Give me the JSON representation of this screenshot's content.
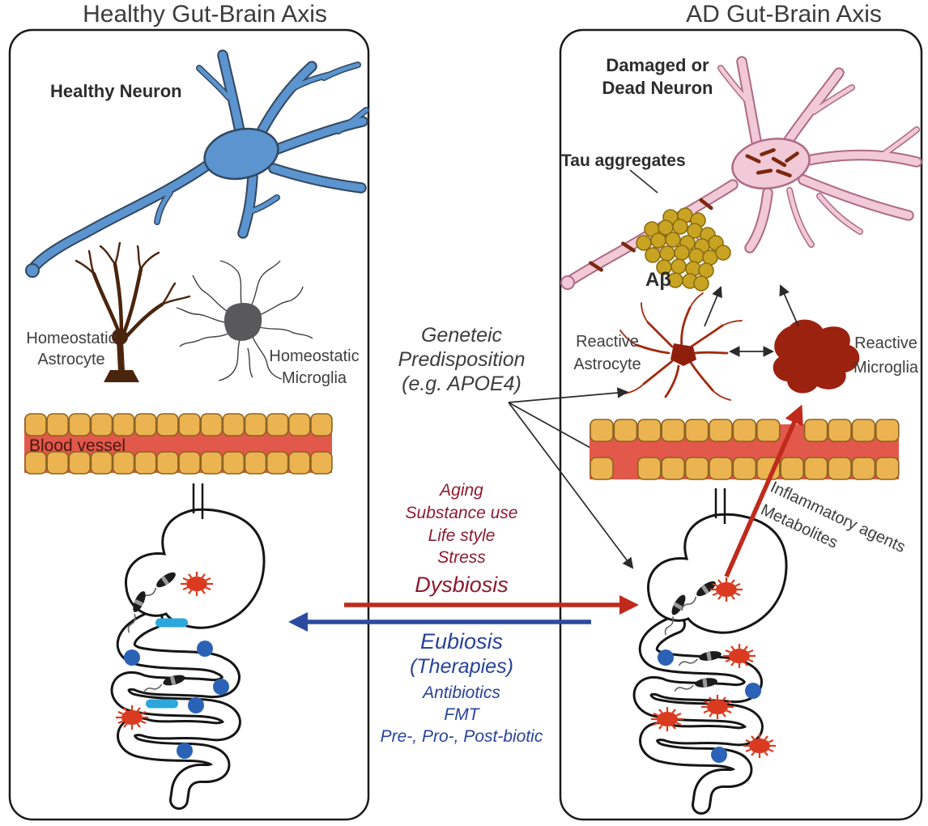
{
  "left_panel": {
    "title": "Healthy Gut-Brain Axis",
    "neuron_label": "Healthy Neuron",
    "astrocyte_label": [
      "Homeostatic",
      "Astrocyte"
    ],
    "microglia_label": [
      "Homeostatic",
      "Microglia"
    ],
    "blood_vessel_label": "Blood vessel"
  },
  "right_panel": {
    "title": "AD Gut-Brain Axis",
    "neuron_label": [
      "Damaged or",
      "Dead Neuron"
    ],
    "tau_label": "Tau aggregates",
    "abeta_label": "Aβ",
    "astrocyte_label": [
      "Reactive",
      "Astrocyte"
    ],
    "microglia_label": [
      "Reactive",
      "Microglia"
    ],
    "arrow_label": [
      "Inflammatory agents",
      "Metabolites"
    ]
  },
  "middle": {
    "genetic": [
      "Geneteic",
      "Predisposition",
      "(e.g. APOE4)"
    ],
    "risk_factors": [
      "Aging",
      "Substance use",
      "Life style",
      "Stress"
    ],
    "dysbiosis_label": "Dysbiosis",
    "eubiosis": [
      "Eubiosis",
      "(Therapies)"
    ],
    "therapies": [
      "Antibiotics",
      "FMT",
      "Pre-, Pro-, Post-biotic"
    ]
  },
  "colors": {
    "healthy_neuron": "#5b94cf",
    "damaged_neuron": "#f2c9d6",
    "tau": "#7a2810",
    "abeta": "#c9a422",
    "homeostatic_astrocyte": "#4a250e",
    "homeostatic_microglia": "#59595b",
    "reactive_astrocyte": "#a3290f",
    "reactive_microglia": "#9c2210",
    "vessel_red": "#e2584a",
    "endothelial_cell": "#ecb351",
    "dysbiosis_arrow": "#c02a1c",
    "eubiosis_arrow": "#2b4b9e",
    "risk_text": "#8e1b2e",
    "therapy_text": "#27429c"
  },
  "icons": {
    "good_microbe_dot": "#2b62b5",
    "good_microbe_rod": "#2ba7dc",
    "pathogenic_microbe_spiky": "#da3b20",
    "flagellated_bacterium": "#1c1c1c"
  }
}
